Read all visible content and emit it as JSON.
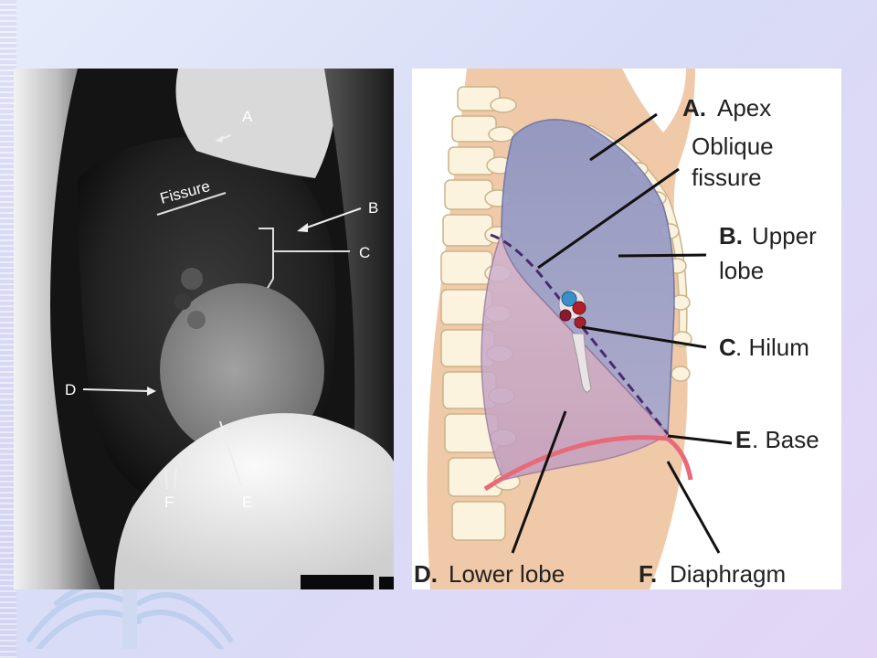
{
  "xray": {
    "labels": {
      "a": "A",
      "b": "B",
      "c": "C",
      "d": "D",
      "e": "E",
      "f": "F",
      "fissure": "Fissure"
    }
  },
  "diagram": {
    "labels": {
      "a_letter": "A.",
      "a_text": "Apex",
      "oblique_line1": "Oblique",
      "oblique_line2": "fissure",
      "b_letter": "B.",
      "b_text": "Upper",
      "b_text2": "lobe",
      "c_letter": "C",
      "c_text": ". Hilum",
      "e_letter": "E",
      "e_text": ". Base",
      "d_letter": "D.",
      "d_text": "Lower lobe",
      "f_letter": "F.",
      "f_text": "Diaphragm"
    }
  },
  "colors": {
    "upper_lobe": "#8e95c2",
    "lower_lobe": "#c4a4c2",
    "skin": "#f0c9a8",
    "bone": "#fbf3dd",
    "fissure_line": "#4a2a6e",
    "diaphragm": "#e86a78"
  }
}
